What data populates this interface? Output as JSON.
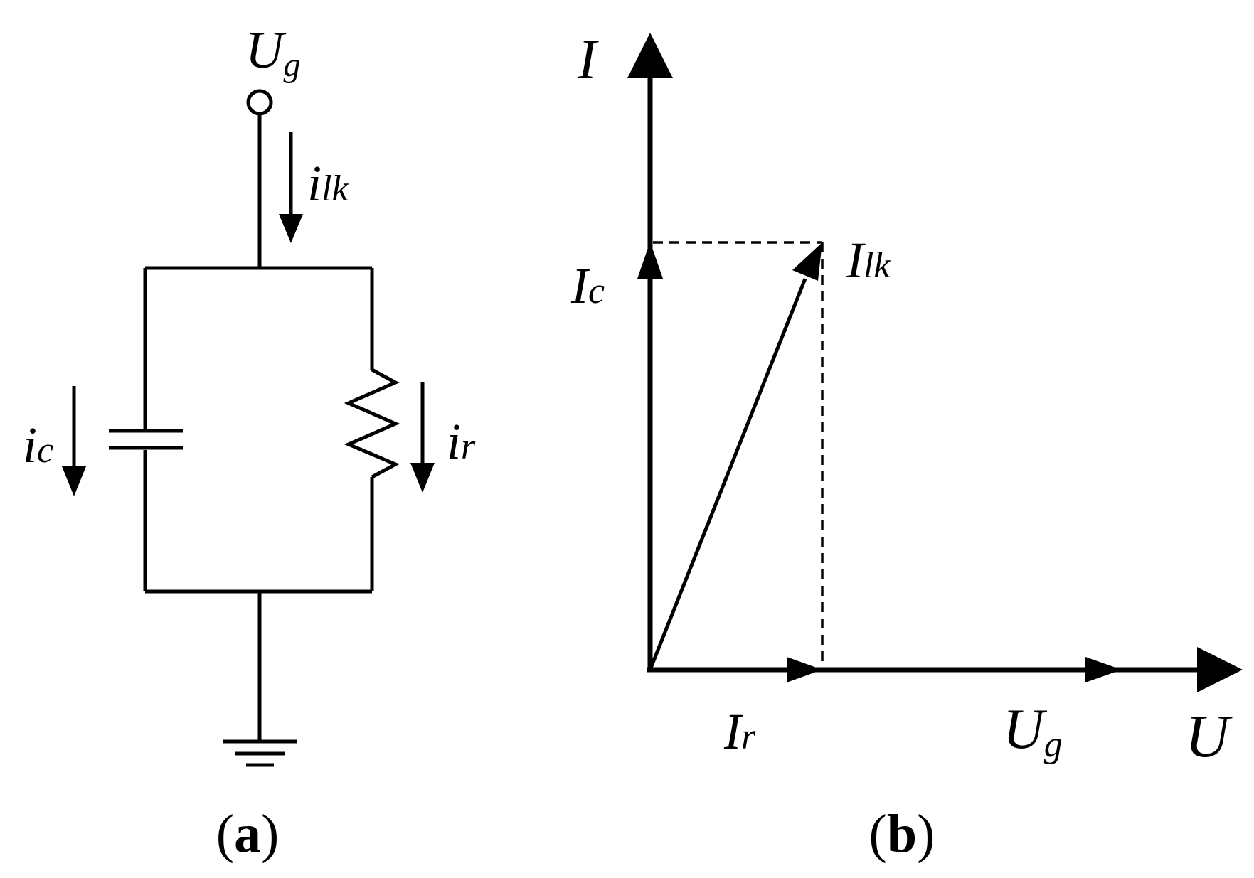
{
  "panel_a": {
    "terminal_label": {
      "main": "U",
      "sub": "g"
    },
    "leakage_current": {
      "main": "i",
      "sub": "lk"
    },
    "capacitor_current": {
      "main": "i",
      "sub": "c"
    },
    "resistor_current": {
      "main": "i",
      "sub": "r"
    },
    "caption": {
      "open": "(",
      "letter": "a",
      "close": ")"
    }
  },
  "panel_b": {
    "y_axis_label": "I",
    "x_axis_label": "U",
    "capacitive_current": {
      "main": "I",
      "sub": "c"
    },
    "leakage_current": {
      "main": "I",
      "sub": "lk"
    },
    "resistive_current": {
      "main": "I",
      "sub": "r"
    },
    "voltage": {
      "main": "U",
      "sub": "g"
    },
    "caption": {
      "open": "(",
      "letter": "b",
      "close": ")"
    }
  }
}
